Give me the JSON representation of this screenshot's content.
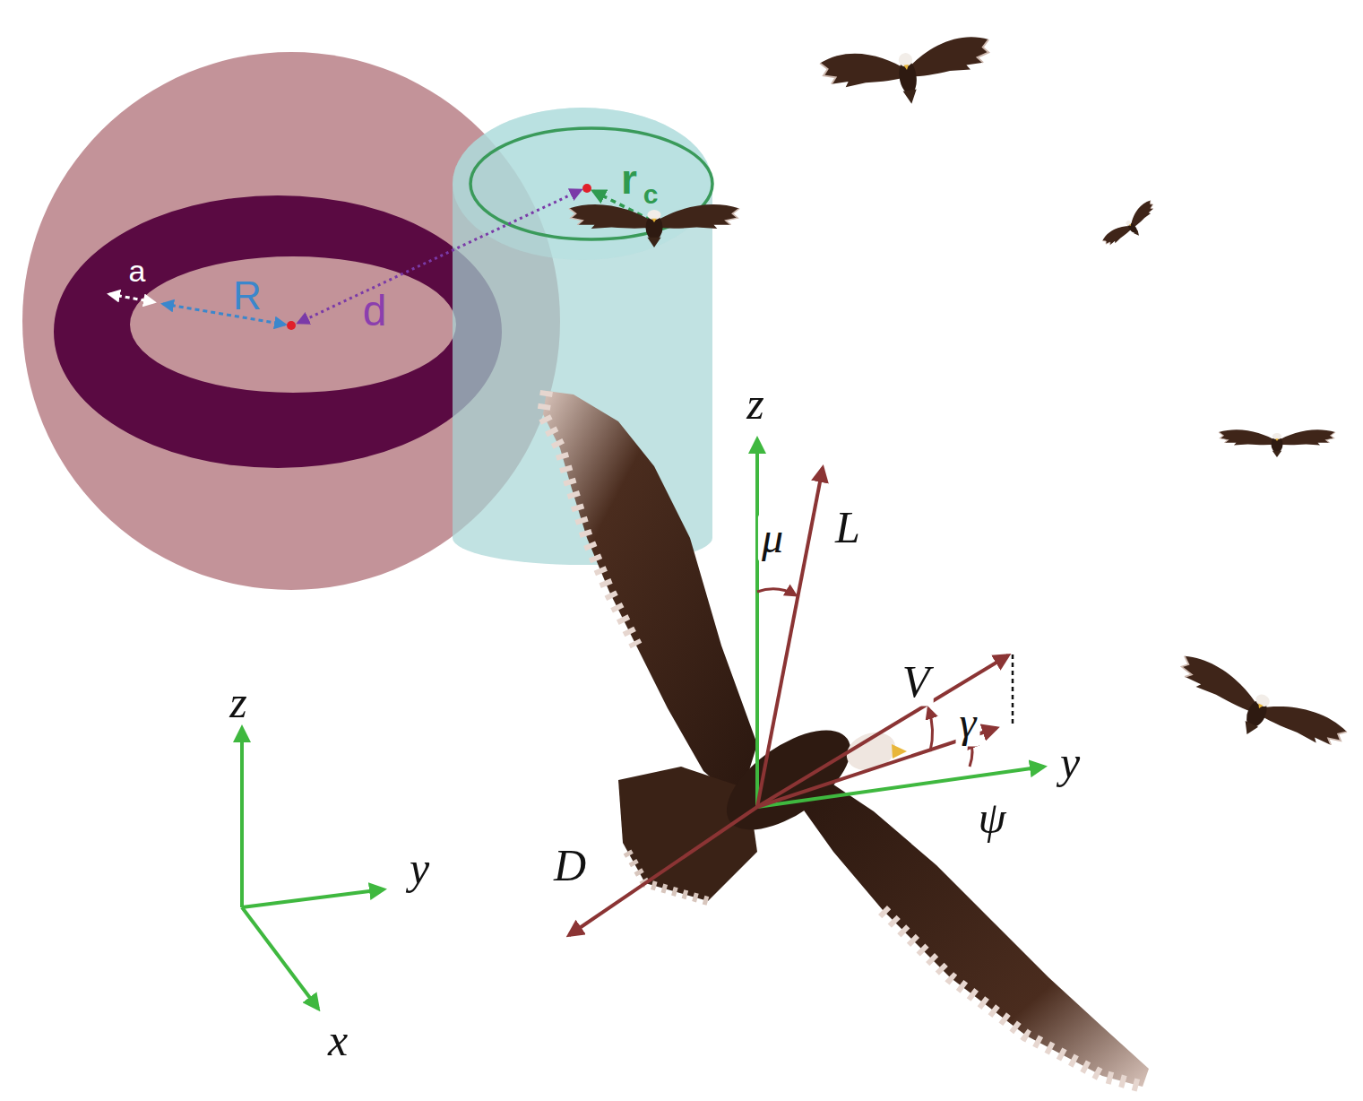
{
  "diagram": {
    "labels": [
      "r",
      "c",
      "a",
      "R",
      "d",
      "z",
      "μ",
      "L",
      "V",
      "γ",
      "y",
      "ψ",
      "D",
      "z",
      "y",
      "x"
    ]
  }
}
